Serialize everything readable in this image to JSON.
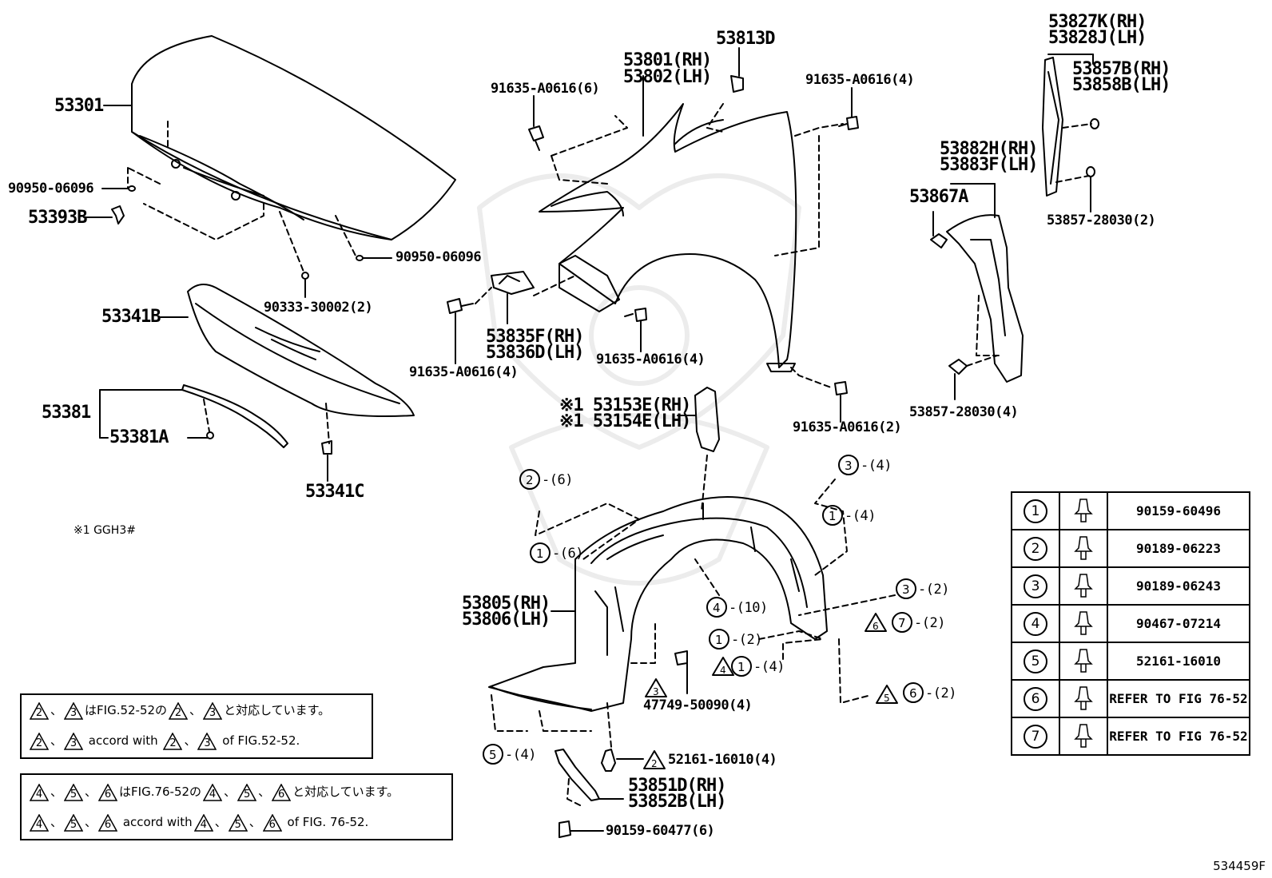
{
  "labels": {
    "l53301": "53301",
    "l9095006096a": "90950-06096",
    "l53393B": "53393B",
    "l9095006096b": "90950-06096",
    "l9033330002": "90333-30002(2)",
    "l53341B": "53341B",
    "l53381": "53381",
    "l53381A": "53381A",
    "l53341C": "53341C",
    "l53801": "53801(RH)",
    "l53802": "53802(LH)",
    "l53813D": "53813D",
    "l91635a": "91635-A0616(6)",
    "l91635b": "91635-A0616(4)",
    "l91635c": "91635-A0616(4)",
    "l91635d": "91635-A0616(4)",
    "l91635e": "91635-A0616(2)",
    "l53835F": "53835F(RH)",
    "l53836D": "53836D(LH)",
    "l53827K": "53827K(RH)",
    "l53828J": "53828J(LH)",
    "l53857B": "53857B(RH)",
    "l53858B": "53858B(LH)",
    "l53882H": "53882H(RH)",
    "l53883F": "53883F(LH)",
    "l53867A": "53867A",
    "l53857_2": "53857-28030(2)",
    "l53857_4": "53857-28030(4)",
    "l53153E": "※1 53153E(RH)",
    "l53154E": "※1 53154E(LH)",
    "l53805": "53805(RH)",
    "l53806": "53806(LH)",
    "l47749": "47749-50090(4)",
    "l52161": "52161-16010(4)",
    "l53851D": "53851D(RH)",
    "l53852B": "53852B(LH)",
    "l90159": "90159-60477(6)",
    "c2_6": "-(6)",
    "c1_6": "-(6)",
    "c3_4": "-(4)",
    "c1_4a": "-(4)",
    "c4_10": "-(10)",
    "c3_2": "-(2)",
    "c7_2": "-(2)",
    "c1_2": "-(2)",
    "c1_4b": "-(4)",
    "c6_2": "-(2)",
    "c5_4": "-(4)"
  },
  "variant_note": "※1 GGH3#",
  "legend": [
    {
      "no": "1",
      "part": "90159-60496"
    },
    {
      "no": "2",
      "part": "90189-06223"
    },
    {
      "no": "3",
      "part": "90189-06243"
    },
    {
      "no": "4",
      "part": "90467-07214"
    },
    {
      "no": "5",
      "part": "52161-16010"
    },
    {
      "no": "6",
      "part": "REFER TO FIG 76-52"
    },
    {
      "no": "7",
      "part": "REFER TO FIG 76-52"
    }
  ],
  "notes": {
    "box1_jp_mid": "はFIG.52-52の",
    "box1_jp_end": "と対応しています。",
    "box1_en_mid": "accord with",
    "box1_en_end": "of FIG.52-52.",
    "box2_jp_mid": "はFIG.76-52の",
    "box2_jp_end": "と対応しています。",
    "box2_en_mid": "accord with",
    "box2_en_end": "of FIG. 76-52.",
    "sep": "、"
  },
  "figure_number": "534459F"
}
